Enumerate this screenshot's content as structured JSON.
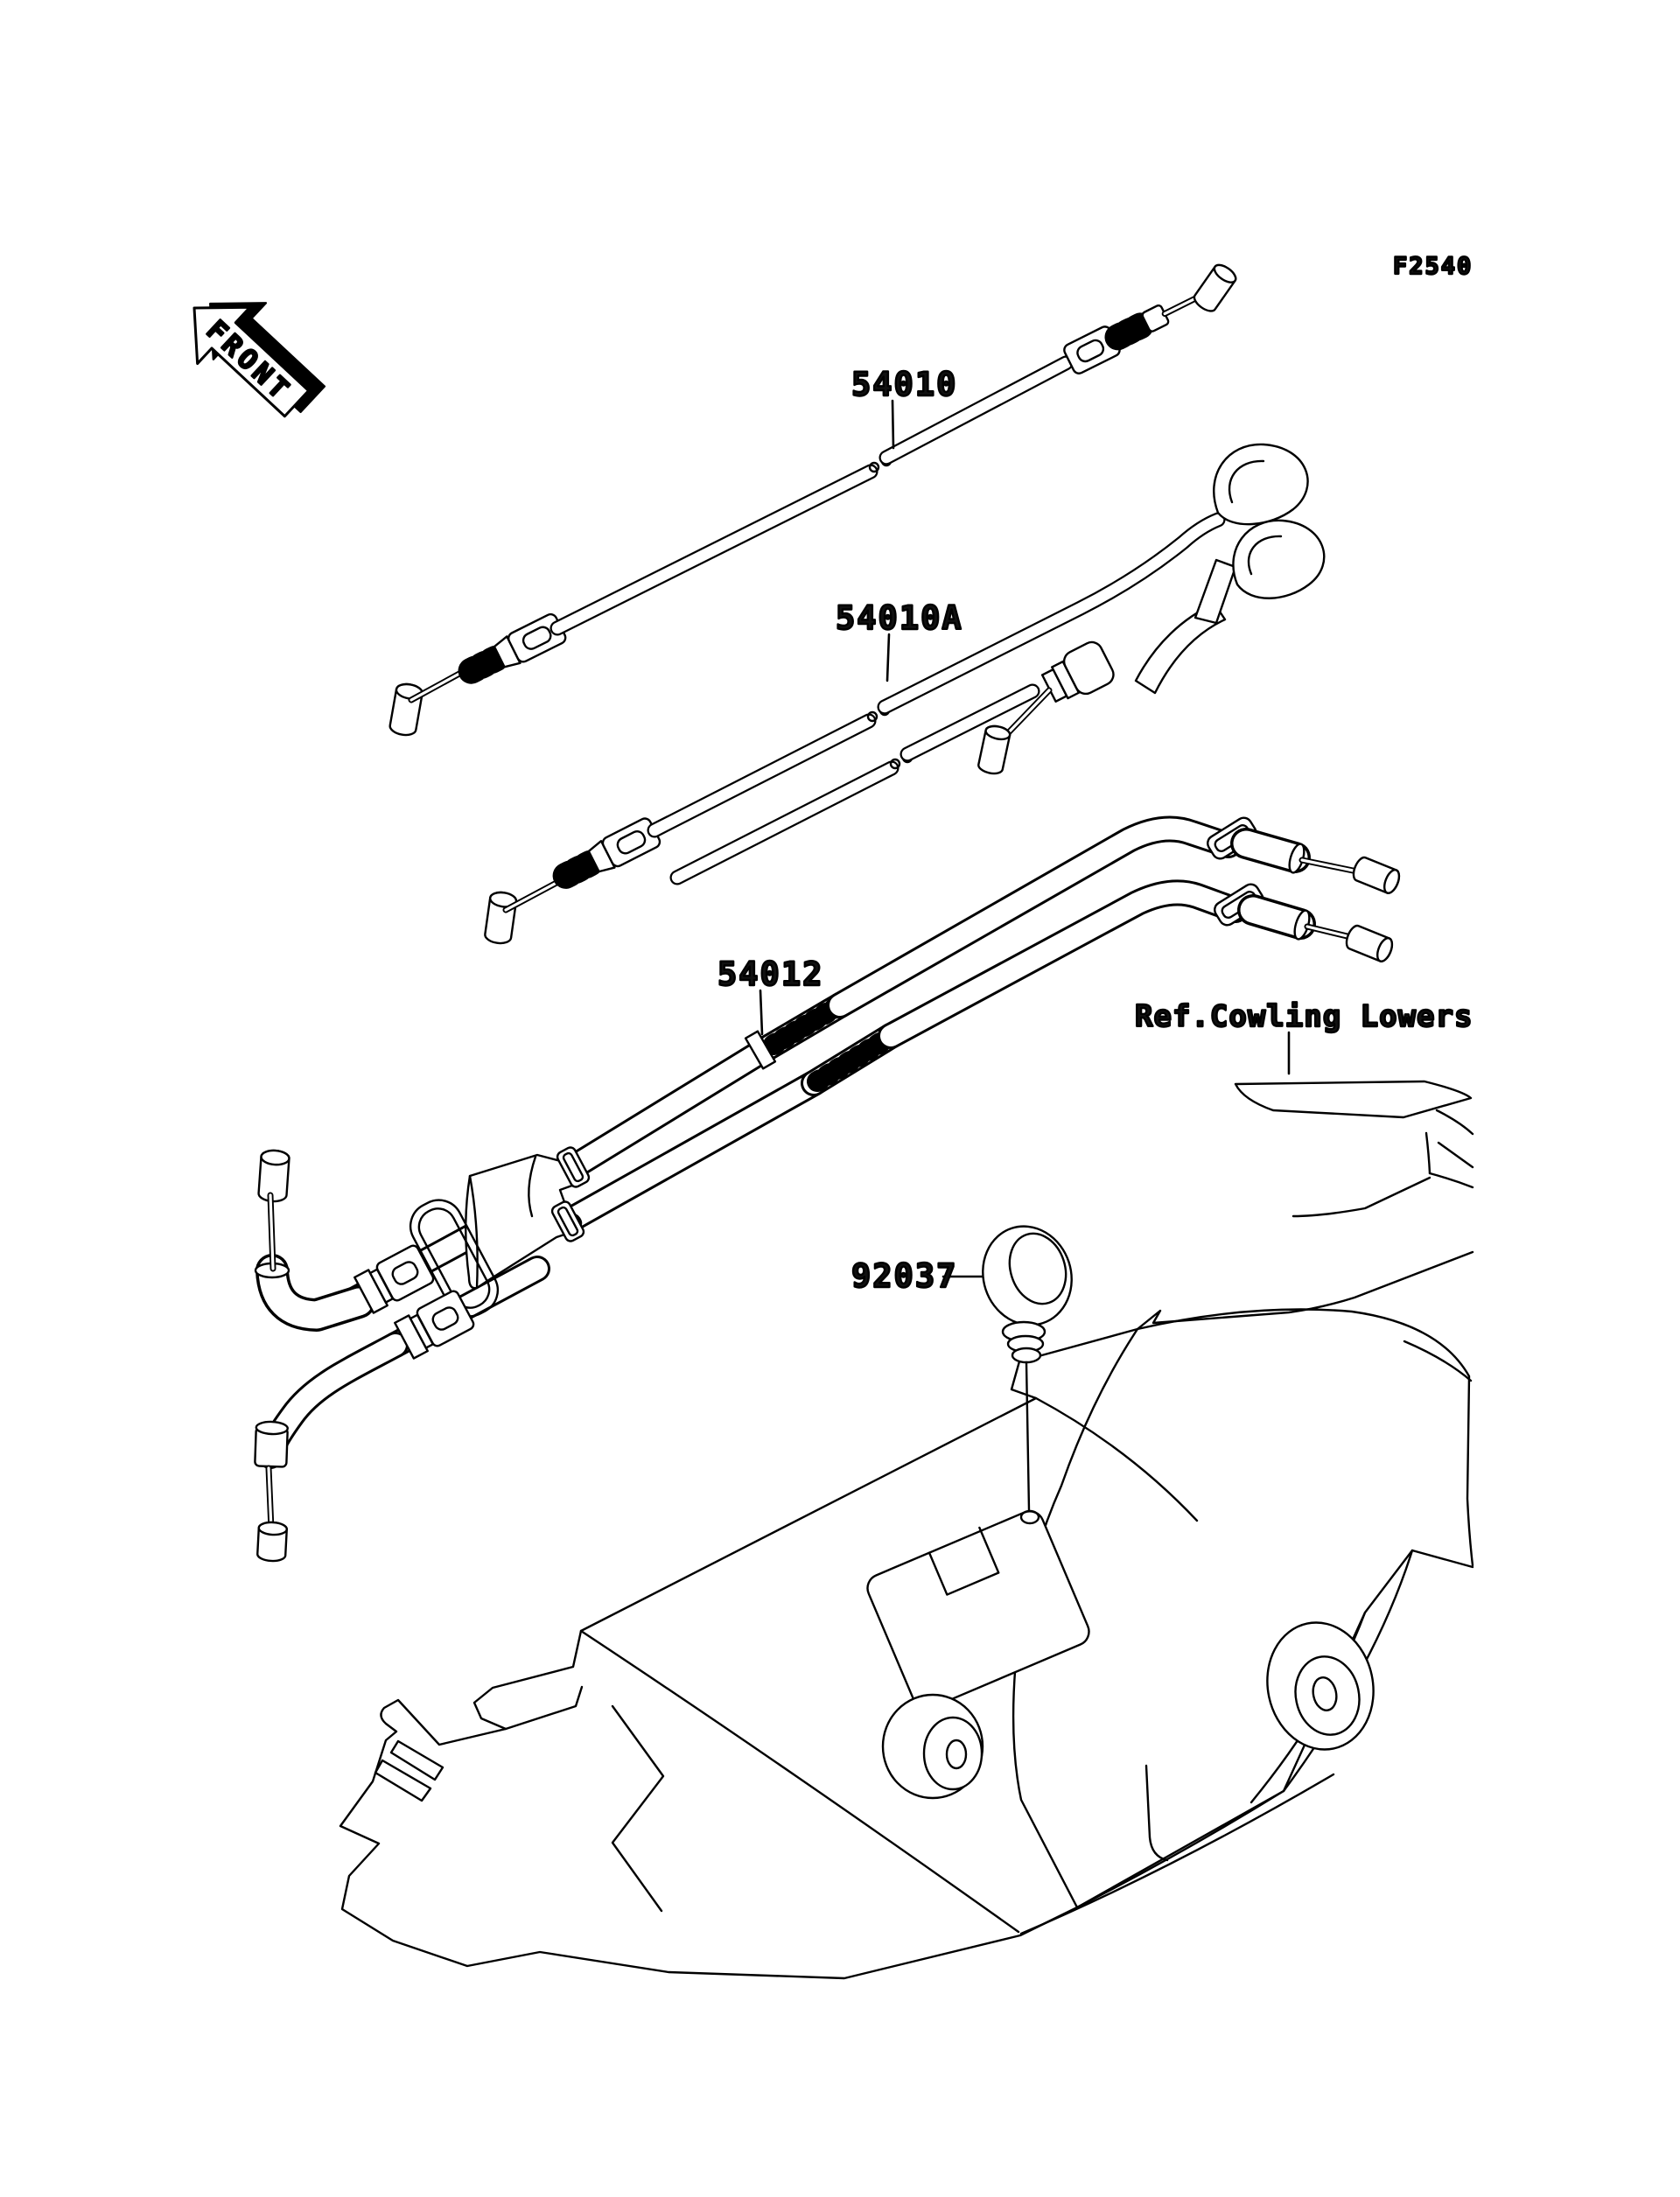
{
  "diagram": {
    "figure_code": "F2540",
    "front_label": "FRONT",
    "reference_note": "Ref.Cowling Lowers",
    "parts": [
      {
        "label": "54010"
      },
      {
        "label": "54010A"
      },
      {
        "label": "54012"
      },
      {
        "label": "92037"
      }
    ]
  },
  "colors": {
    "line": "#000000",
    "background": "#ffffff"
  }
}
